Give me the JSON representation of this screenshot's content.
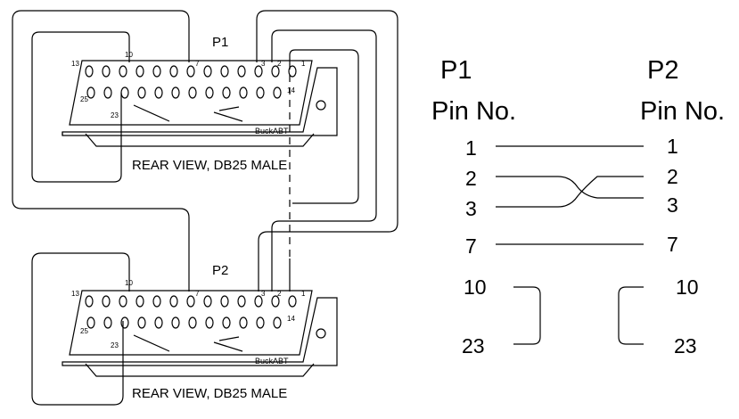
{
  "connector_top": {
    "label": "P1",
    "caption": "REAR VIEW, DB25 MALE",
    "brand": "BuckABT",
    "pin_marks": [
      "13",
      "10",
      "7",
      "3",
      "2",
      "1",
      "25",
      "23",
      "14"
    ]
  },
  "connector_bottom": {
    "label": "P2",
    "caption": "REAR VIEW, DB25 MALE",
    "brand": "BuckABT",
    "pin_marks": [
      "13",
      "10",
      "7",
      "3",
      "2",
      "1",
      "25",
      "23",
      "14"
    ]
  },
  "table": {
    "left_header": "P1",
    "left_subheader": "Pin No.",
    "right_header": "P2",
    "right_subheader": "Pin No.",
    "rows": [
      {
        "left": "1",
        "right": "1",
        "type": "straight"
      },
      {
        "left": "2",
        "right": "2",
        "type": "cross"
      },
      {
        "left": "3",
        "right": "3",
        "type": "cross"
      },
      {
        "left": "7",
        "right": "7",
        "type": "straight"
      },
      {
        "left": "10",
        "right": "10",
        "type": "loop"
      },
      {
        "left": "23",
        "right": "23",
        "type": "loop"
      }
    ]
  },
  "colors": {
    "ink": "#000000",
    "background": "#ffffff"
  }
}
